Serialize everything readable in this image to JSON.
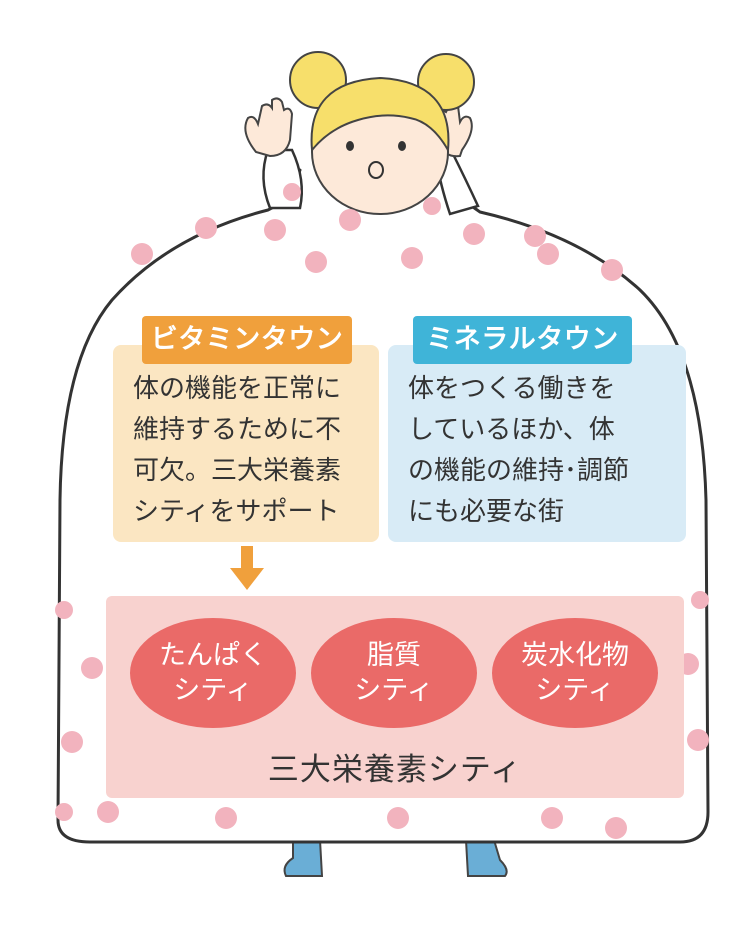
{
  "vitamin_town": {
    "title": "ビタミンタウン",
    "description_lines": [
      "体の機能を正常に",
      "維持するために不",
      "可欠。三大栄養素",
      "シティをサポート"
    ],
    "color": "#f0a03c",
    "box_color": "#fbe6c2"
  },
  "mineral_town": {
    "title": "ミネラルタウン",
    "description_lines": [
      "体をつくる働きを",
      "しているほか、体",
      "の機能の維持･調節",
      "にも必要な街"
    ],
    "color": "#3fb4d8",
    "box_color": "#d8ebf6"
  },
  "arrow": {
    "icon": "down-arrow-icon",
    "color": "#f0a03c"
  },
  "macronutrient_city": {
    "label": "三大栄養素シティ",
    "area_color": "#f8d2cf",
    "oval_color": "#ea6a68",
    "cities": [
      {
        "line1": "たんぱく",
        "line2": "シティ"
      },
      {
        "line1": "脂質",
        "line2": "シティ"
      },
      {
        "line1": "炭水化物",
        "line2": "シティ"
      }
    ]
  },
  "illustration": {
    "figure": "girl-character-illustration",
    "hair_color": "#f7df6b",
    "dot_color": "#f2b3be",
    "boot_color": "#6aaed6"
  }
}
